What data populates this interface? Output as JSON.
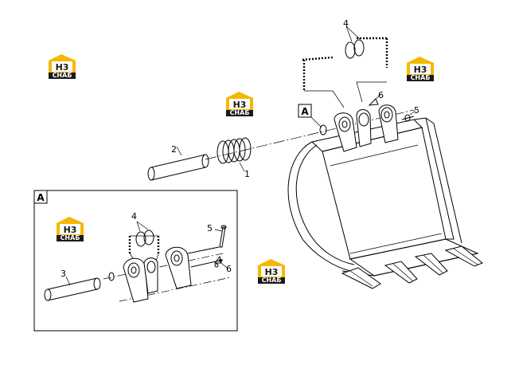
{
  "main_view": {
    "callout_box_letter": "A",
    "labels": [
      {
        "id": "label-1",
        "text": "1"
      },
      {
        "id": "label-2",
        "text": "2"
      },
      {
        "id": "label-4",
        "text": "4"
      },
      {
        "id": "label-5",
        "text": "5"
      },
      {
        "id": "label-6",
        "text": "6"
      }
    ]
  },
  "detail_view": {
    "frame_letter": "A",
    "labels": [
      {
        "id": "detail-label-3",
        "text": "3"
      },
      {
        "id": "detail-label-4",
        "text": "4"
      },
      {
        "id": "detail-label-5",
        "text": "5"
      },
      {
        "id": "detail-label-6",
        "text": "6"
      }
    ]
  },
  "watermark": {
    "glyph": "H3",
    "caption": "СНАБ",
    "colors": {
      "yellow": "#F5B800",
      "dark": "#1a1a1a",
      "light": "#ffffff"
    }
  }
}
